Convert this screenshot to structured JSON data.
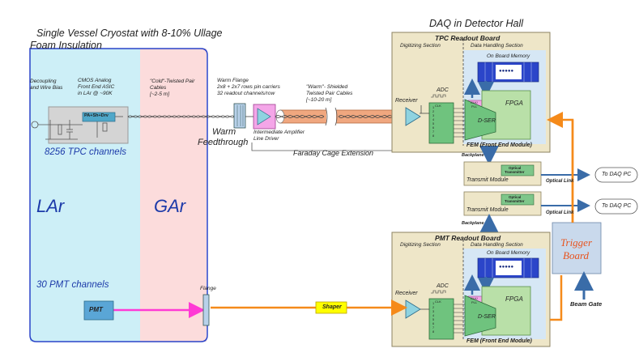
{
  "colors": {
    "lar_fill": "#cdeff7",
    "gar_fill": "#fcdcdc",
    "vessel_border": "#2a43c8",
    "board_fill": "#eee6c8",
    "board_border": "#8c8360",
    "handling_fill": "#d6e7f5",
    "memory_fill": "#2b45c9",
    "fpga_fill": "#b9e0a8",
    "adc_fill": "#6fc37e",
    "cable_fill": "#f0a77f",
    "orange_line": "#f58a1a",
    "pink_line": "#ff3ad5",
    "arrow_blue": "#3a6ca8",
    "shaper_fill": "#ffff00",
    "pmt_fill": "#5aa6d6",
    "trigger_fill": "#c9d9ec",
    "trigger_text": "#e8531d",
    "blue_text": "#1c3aa9"
  },
  "vessel": {
    "title_line1": "Single Vessel Cryostat with 8-10% Ullage",
    "title_line2": "Foam Insulation",
    "lar_label": "LAr",
    "gar_label": "GAr",
    "tpc_channels": "8256 TPC channels",
    "pmt_channels": "30 PMT channels",
    "pmt_label": "PMT"
  },
  "frontend": {
    "decoupling_l1": "Decoupling",
    "decoupling_l2": "and Wire Bias",
    "asic_l1": "CMOS Analog",
    "asic_l2": "Front End ASIC",
    "asic_l3": "in LAr @ ~90K",
    "asic_chip": "PA+Sh+Drv",
    "cold_l1": "\"Cold\"-Twisted Pair",
    "cold_l2": "Cables",
    "cold_l3": "[~2-5 m]"
  },
  "warm": {
    "flange_l1": "Warm Flange",
    "flange_l2": "2x8 + 2x7 rows pin carriers",
    "flange_l3": "32 readout channels/row",
    "feed_l1": "Warm",
    "feed_l2": "Feedthrough",
    "amp_l1": "Intermediate Amplifier",
    "amp_l2": "Line Driver",
    "shield_l1": "\"Warm\"- Shielded",
    "shield_l2": "Twisted Pair Cables",
    "shield_l3": "[~10-20 m]",
    "faraday": "Faraday Cage Extension",
    "flange_pmt": "Flange",
    "shaper": "Shaper"
  },
  "daq": {
    "title": "DAQ in Detector Hall",
    "tpc_board": "TPC Readout Board",
    "pmt_board": "PMT Readout Board",
    "digitizing": "Digitizing Section",
    "data_handling": "Data Handling Section",
    "memory": "On Board Memory",
    "memory_dots": "●●●●●",
    "receiver": "Receiver",
    "adc": "ADC",
    "clk": "CLK",
    "clk_pll_l1": "CLK/",
    "clk_pll_l2": "PLL",
    "fpga": "FPGA",
    "dser": "D-SER",
    "fem": "FEM (Front End Module)",
    "backplane": "Backplane",
    "optical_l1": "Optical",
    "optical_l2": "Transmitter",
    "transmit": "Transmit Module",
    "optical_link": "Optical Link",
    "to_daq": "To DAQ PC",
    "trigger_l1": "Trigger",
    "trigger_l2": "Board",
    "beam_gate": "Beam Gate",
    "adc_pins": [
      "1",
      "2",
      "3",
      "4",
      "5",
      "6",
      "7",
      "8"
    ]
  }
}
